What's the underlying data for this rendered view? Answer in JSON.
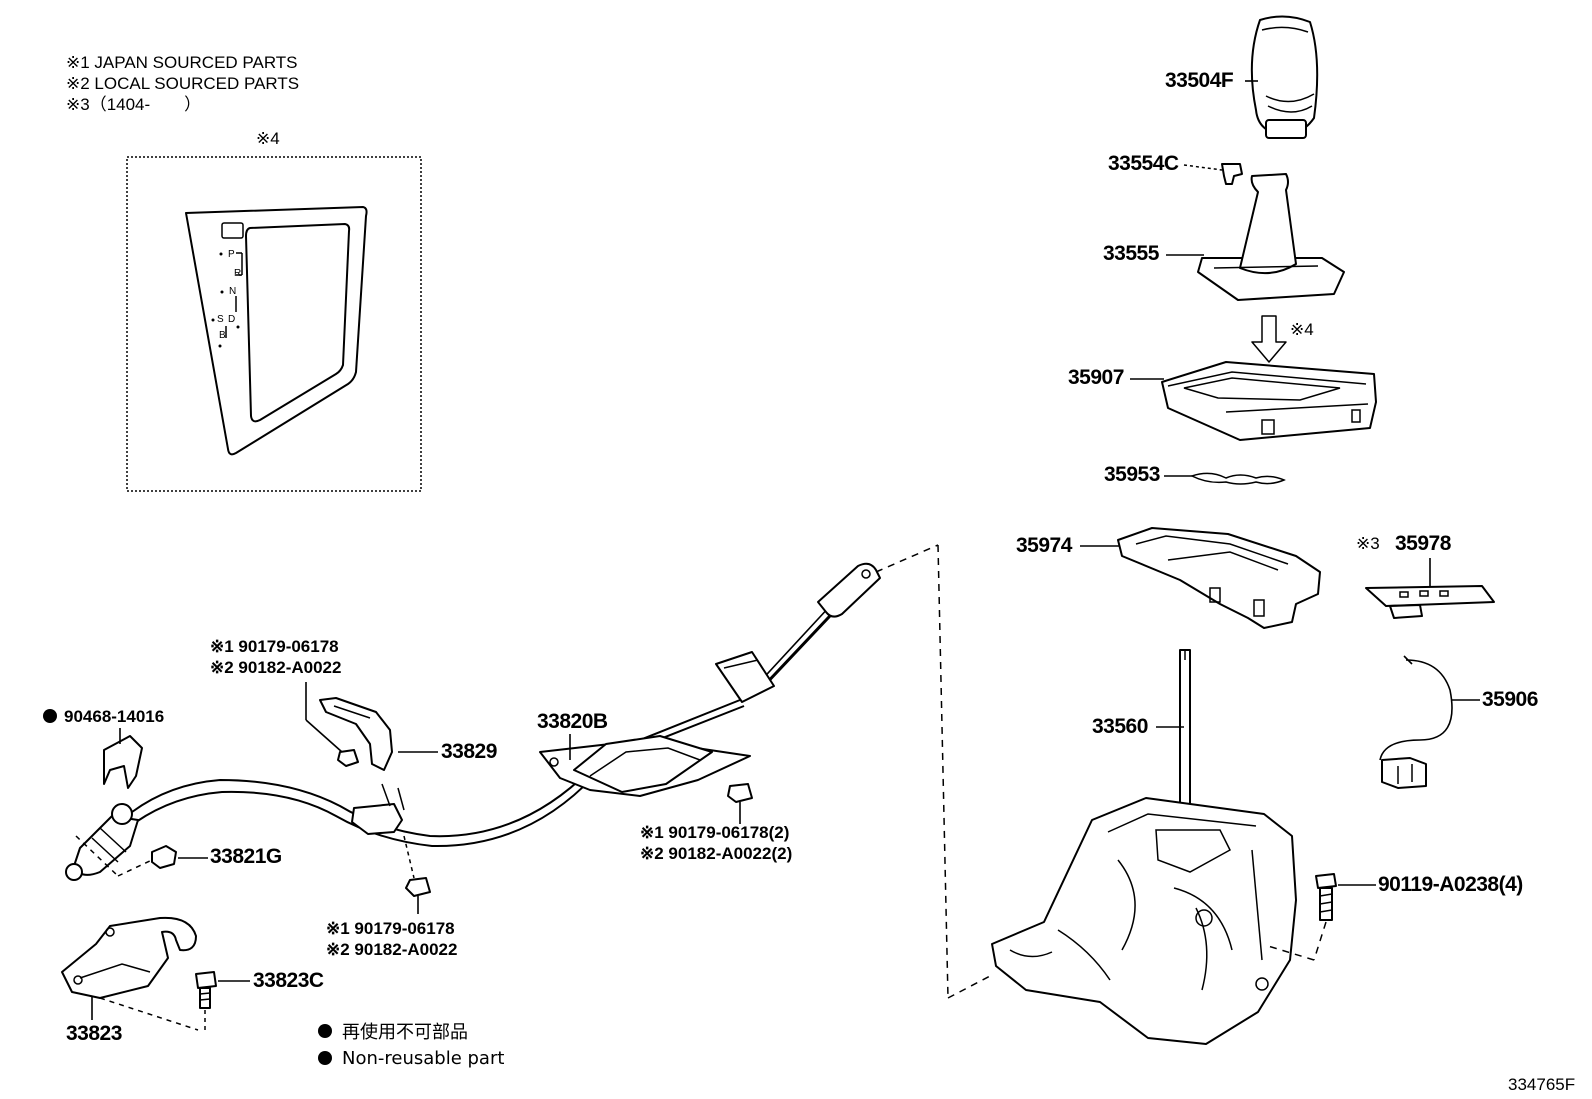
{
  "notes": [
    "※1 JAPAN SOURCED PARTS",
    "※2 LOCAL SOURCED PARTS",
    "※3（1404-　　）"
  ],
  "inset": {
    "tag": "※4",
    "gate_letters": [
      "P",
      "R",
      "N",
      "D",
      "S",
      "B"
    ]
  },
  "parts": {
    "p33504F": "33504F",
    "p33554C": "33554C",
    "p33555": "33555",
    "arrow_tag": "※4",
    "p35907": "35907",
    "p35953": "35953",
    "p35974": "35974",
    "p35978_tag": "※3",
    "p35978": "35978",
    "p35906": "35906",
    "p33560": "33560",
    "p90119": "90119-A0238(4)",
    "p33820B": "33820B",
    "p33829": "33829",
    "p90468": "90468-14016",
    "p33821G": "33821G",
    "p33823C": "33823C",
    "p33823": "33823",
    "nut_top_1": "※1  90179-06178",
    "nut_top_2": "※2  90182-A0022",
    "nut_mid_1": "※1  90179-06178(2)",
    "nut_mid_2": "※2  90182-A0022(2)",
    "nut_bot_1": "※1  90179-06178",
    "nut_bot_2": "※2  90182-A0022"
  },
  "legend": {
    "line1": "再使用不可部品",
    "line2": "Non-reusable part"
  },
  "ref_code": "334765F"
}
